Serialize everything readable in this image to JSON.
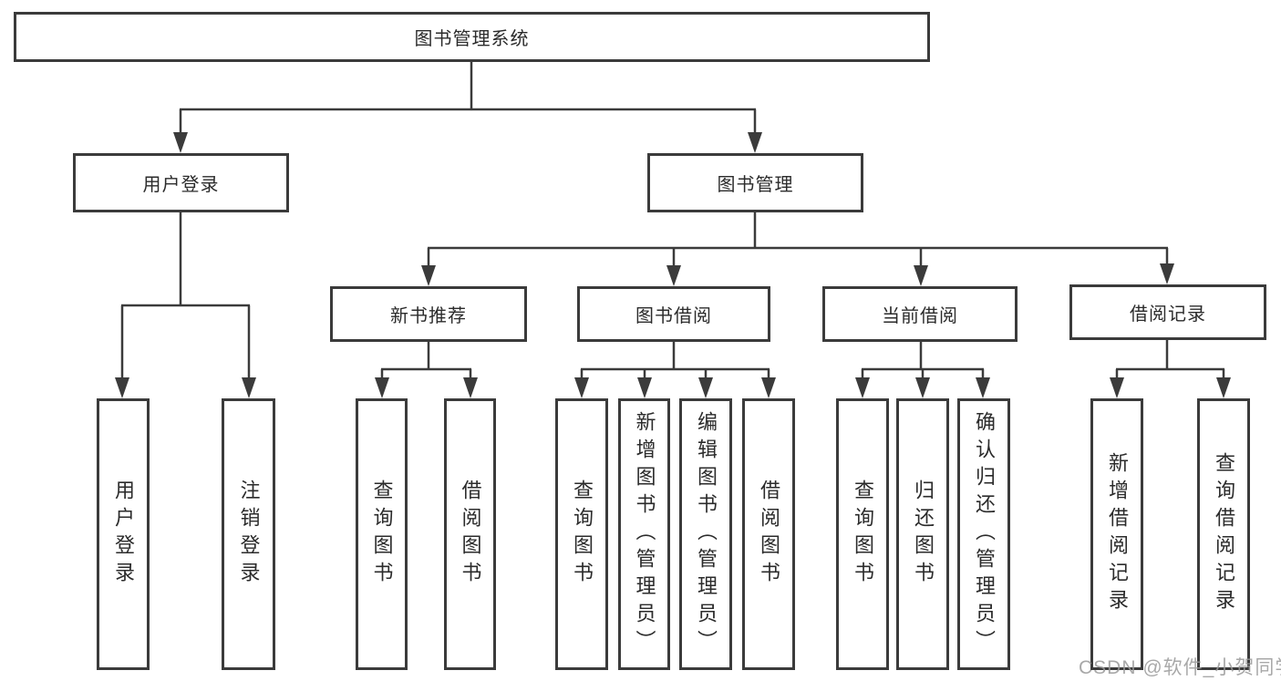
{
  "diagram": {
    "title": "图书管理系统",
    "nodes": {
      "root": "图书管理系统",
      "user_login": "用户登录",
      "book_management": "图书管理",
      "new_book_recommend": "新书推荐",
      "book_borrow": "图书借阅",
      "current_borrow": "当前借阅",
      "borrow_records": "借阅记录"
    },
    "leaves": {
      "user_login": [
        "用户登录",
        "注销登录"
      ],
      "new_book_recommend": [
        "查询图书",
        "借阅图书"
      ],
      "book_borrow": [
        "查询图书",
        "新增图书（管理员）",
        "编辑图书（管理员）",
        "借阅图书"
      ],
      "current_borrow": [
        "查询图书",
        "归还图书",
        "确认归还（管理员）"
      ],
      "borrow_records": [
        "新增借阅记录",
        "查询借阅记录"
      ]
    }
  },
  "watermark": "CSDN @软件_小贺同学",
  "colors": {
    "line": "#3b3b3b",
    "box_border": "#3b3b3b",
    "text": "#2b2b2b",
    "watermark": "#9a9a9a",
    "background": "#ffffff"
  }
}
